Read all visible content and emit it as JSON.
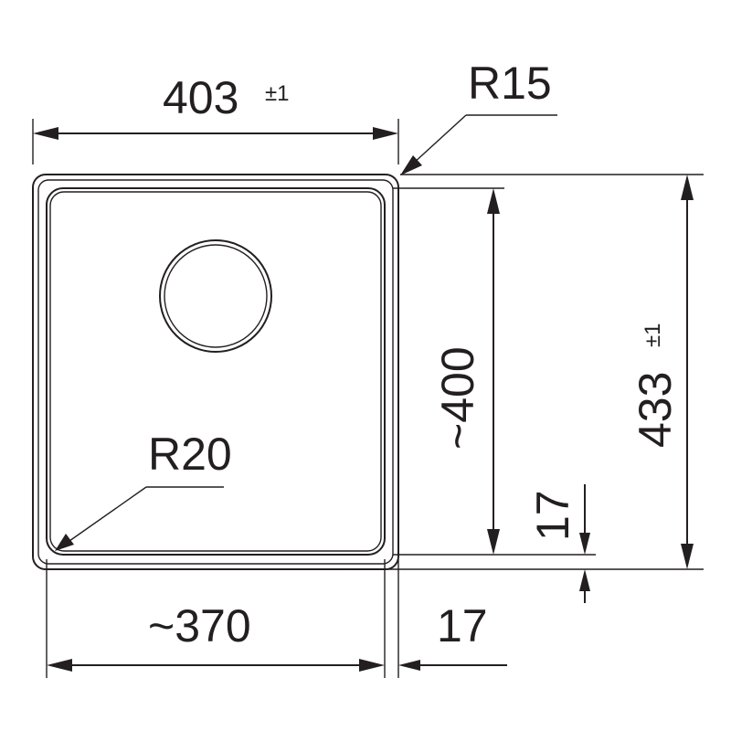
{
  "colors": {
    "line": "#231f20",
    "background": "#ffffff"
  },
  "dimensions": {
    "outer_width": {
      "value": "403",
      "tolerance": "±1"
    },
    "outer_height": {
      "value": "433",
      "tolerance": "±1"
    },
    "inner_width": {
      "value": "~370"
    },
    "inner_height": {
      "value": "~400"
    },
    "rim_right": {
      "value": "17"
    },
    "rim_bottom": {
      "value": "17"
    },
    "outer_radius": {
      "value": "R15"
    },
    "inner_radius": {
      "value": "R20"
    }
  }
}
